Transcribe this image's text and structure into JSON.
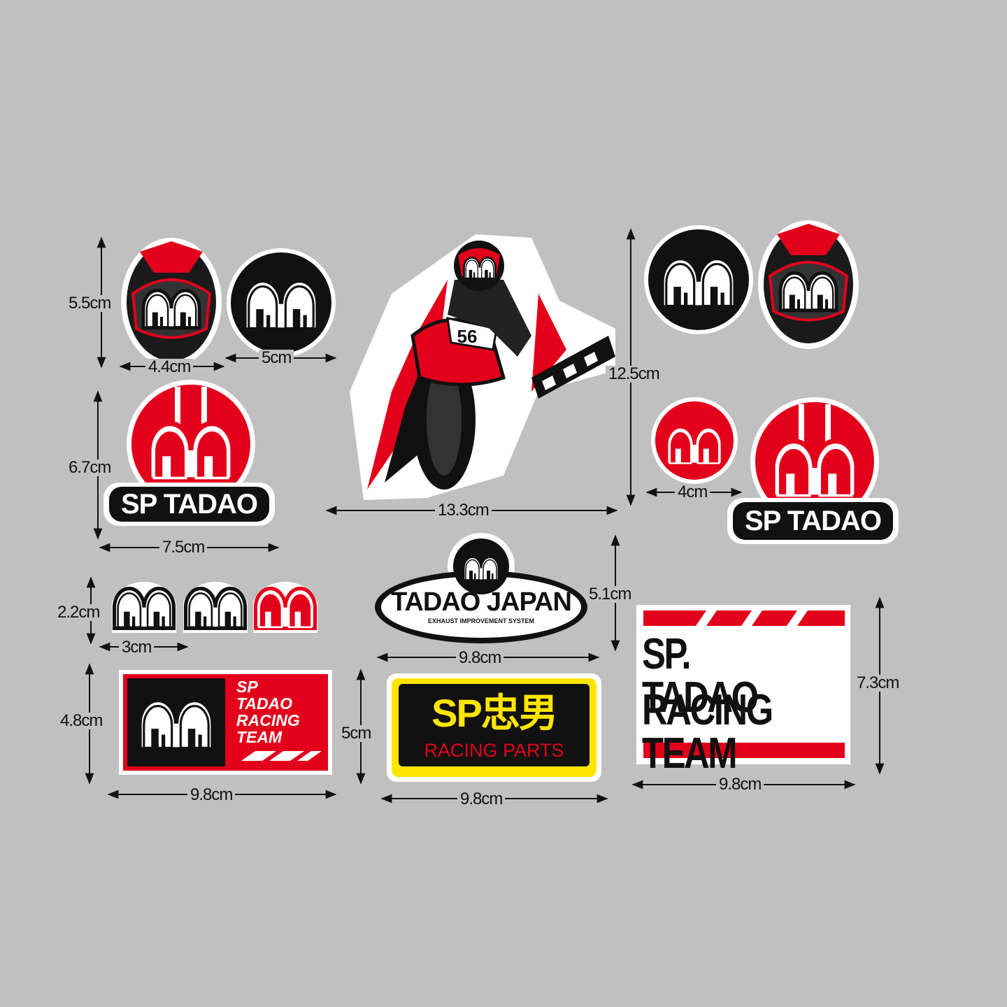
{
  "colors": {
    "background": "#c0c0c0",
    "red": "#e3001b",
    "black": "#111111",
    "white": "#ffffff",
    "yellow": "#ffe500"
  },
  "dimensions": {
    "helmet_height": "5.5cm",
    "helmet_width": "4.4cm",
    "round_black_width": "5cm",
    "motorcycle_height": "12.5cm",
    "motorcycle_width": "13.3cm",
    "sp_tadao_height": "6.7cm",
    "sp_tadao_width": "7.5cm",
    "small_red_width": "4cm",
    "eyes_height": "2.2cm",
    "eyes_width": "3cm",
    "tadao_japan_height": "5.1cm",
    "tadao_japan_width": "9.8cm",
    "racing_team_red_height": "4.8cm",
    "racing_team_red_width": "9.8cm",
    "racing_parts_height": "5cm",
    "racing_parts_width": "9.8cm",
    "racing_team_white_height": "7.3cm",
    "racing_team_white_width": "9.8cm"
  },
  "stickers": {
    "rider_number": "56",
    "sp_tadao_left": "SP TADAO",
    "sp_tadao_right": "SP TADAO",
    "tadao_japan_title": "TADAO JAPAN",
    "tadao_japan_sub": "EXHAUST IMPROVEMENT SYSTEM",
    "red_card_line1": "SP",
    "red_card_line2": "TADAO",
    "red_card_line3": "RACING",
    "red_card_line4": "TEAM",
    "yellow_card_line1": "SP忠男",
    "yellow_card_line2": "RACING PARTS",
    "white_card_line1": "SP. TADAO",
    "white_card_line2": "RACING TEAM"
  }
}
